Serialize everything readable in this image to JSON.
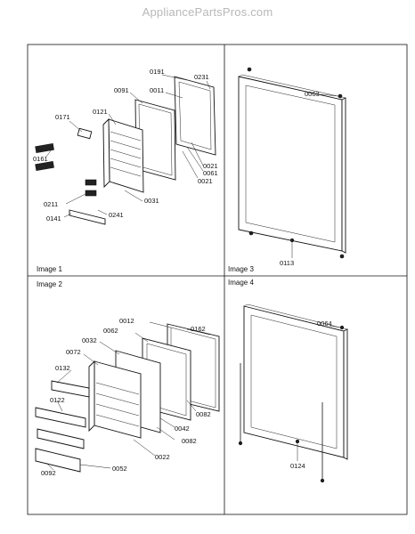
{
  "watermark": "AppliancePartsPros.com",
  "panels": [
    {
      "caption": "Image 1",
      "labels": {
        "p0191": "0191",
        "p0231": "0231",
        "p0091": "0091",
        "p0011": "0011",
        "p0121": "0121",
        "p0171": "0171",
        "p0161": "0161",
        "p0021a": "0021",
        "p0061": "0061",
        "p0021b": "0021",
        "p0211": "0211",
        "p0031": "0031",
        "p0141": "0141",
        "p0241": "0241"
      }
    },
    {
      "caption": "Image 3",
      "labels": {
        "p0063": "0063",
        "p0113": "0113"
      }
    },
    {
      "caption": "Image 2",
      "labels": {
        "p0012": "0012",
        "p0162": "0162",
        "p0062": "0062",
        "p0032": "0032",
        "p0072": "0072",
        "p0132": "0132",
        "p0122": "0122",
        "p0082a": "0082",
        "p0042": "0042",
        "p0082b": "0082",
        "p0022": "0022",
        "p0052": "0052",
        "p0092": "0092"
      }
    },
    {
      "caption": "Image 4",
      "labels": {
        "p0064": "0064",
        "p0124": "0124"
      }
    }
  ]
}
